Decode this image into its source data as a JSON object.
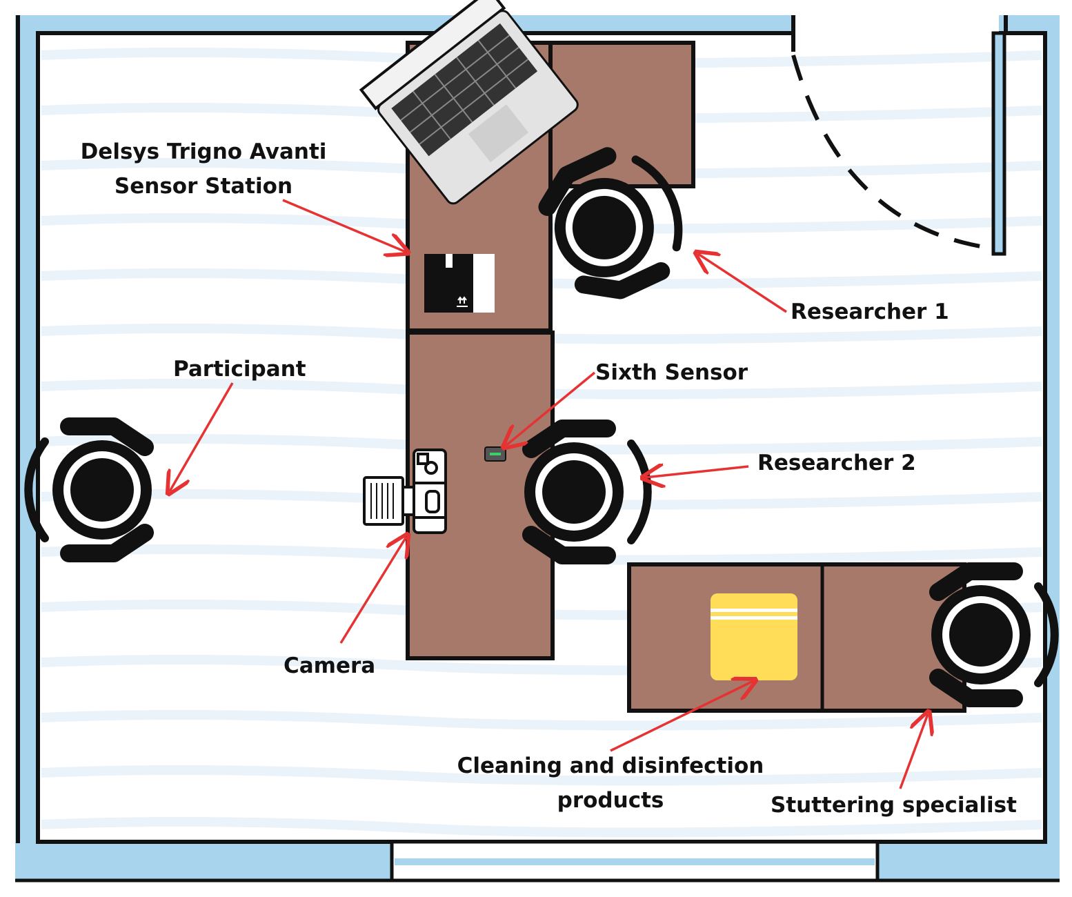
{
  "labels": {
    "sensor_station_line1": "Delsys Trigno Avanti",
    "sensor_station_line2": "Sensor Station",
    "researcher_1": "Researcher 1",
    "participant": "Participant",
    "sixth_sensor": "Sixth Sensor",
    "researcher_2": "Researcher 2",
    "camera": "Camera",
    "cleaning_line1": "Cleaning and disinfection",
    "cleaning_line2": "products",
    "stuttering_specialist": "Stuttering specialist"
  },
  "colors": {
    "wall": "#a9d4ee",
    "floor": "#ffffff",
    "floor_stripe": "#eaf3f9",
    "desk": "#a6796a",
    "outline": "#111111",
    "arrow": "#e63232",
    "cleaning_box": "#ffdd59",
    "laptop": "#e3e3e3"
  },
  "icons": {
    "laptop": "laptop-icon",
    "sensor_station": "box-icon",
    "camera": "camera-icon",
    "sixth_sensor": "sensor-chip-icon",
    "person_in_chair": "person-chair-icon",
    "cleaning_products": "container-icon"
  }
}
